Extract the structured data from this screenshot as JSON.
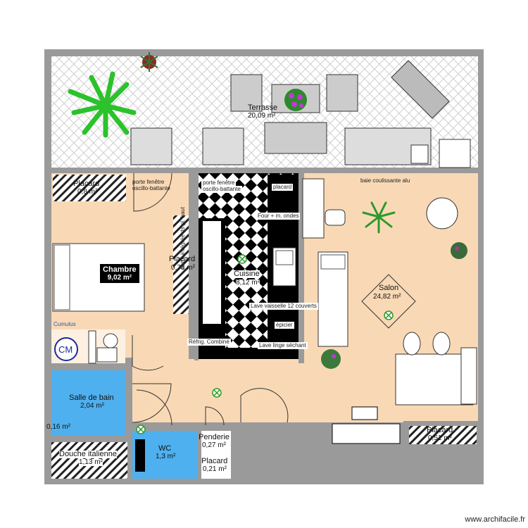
{
  "rooms": {
    "terrasse": {
      "name": "Terrasse",
      "area": "20,09 m²"
    },
    "placard_top": {
      "name": "Placard",
      "area": "0,8 m²"
    },
    "chambre": {
      "name": "Chambre",
      "area": "9,02 m²"
    },
    "placard_mid": {
      "name": "Placard",
      "area": "0,73 m²"
    },
    "cuisine": {
      "name": "Cuisine",
      "area": "8,12 m²"
    },
    "salon": {
      "name": "Salon",
      "area": "24,82 m²"
    },
    "sdb": {
      "name": "Salle de bain",
      "area": "2,04 m²"
    },
    "small_area": {
      "area": "0,16 m²"
    },
    "douche": {
      "name": "Douche italienne",
      "area": "1,13 m²"
    },
    "wc": {
      "name": "WC",
      "area": "1,3 m²"
    },
    "penderie": {
      "name": "Penderie",
      "area": "0,27 m²"
    },
    "placard_bottom": {
      "name": "Placard",
      "area": "0,21 m²"
    },
    "placard_right": {
      "name": "Placard",
      "area": "0,51 m²"
    }
  },
  "annotations": {
    "porte_left_1": "porte fenêtre",
    "porte_left_2": "oscillo-battante",
    "porte_right_1": "porte fenêtre",
    "porte_right_2": "oscillo-battante",
    "baie": "baie coulissante alu",
    "placard_kitchen": "placard",
    "four": "Four + m. ondes",
    "hotte": "hotte intégrée ds pl. haut",
    "lave_vaisselle": "Lave vaisselle 12 couverts",
    "epicier": "épicier",
    "refrig": "Réfrig. Combiné",
    "lave_linge": "Lave linge séchant",
    "cumulus": "Cumulus",
    "cm": "CM"
  },
  "watermark": "www.archifacile.fr",
  "colors": {
    "wall": "#9a9a9a",
    "floor": "#f9d9b5",
    "bath": "#4fb0ef",
    "terrace": "#ffffff",
    "hatch": "#222222"
  }
}
